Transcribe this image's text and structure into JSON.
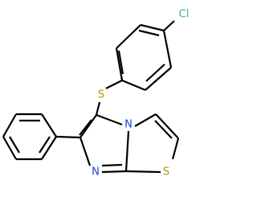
{
  "structure": {
    "atoms": {
      "chlorine": {
        "symbol": "Cl",
        "color": "#3cb371"
      },
      "sulfur_thioether": {
        "symbol": "S",
        "color": "#b59a00"
      },
      "sulfur_ring": {
        "symbol": "S",
        "color": "#b59a00"
      },
      "nitrogen_bridge": {
        "symbol": "N",
        "color": "#1f3fd8"
      },
      "nitrogen_ring": {
        "symbol": "N",
        "color": "#1f3fd8"
      }
    },
    "bond_color": "#000000"
  }
}
